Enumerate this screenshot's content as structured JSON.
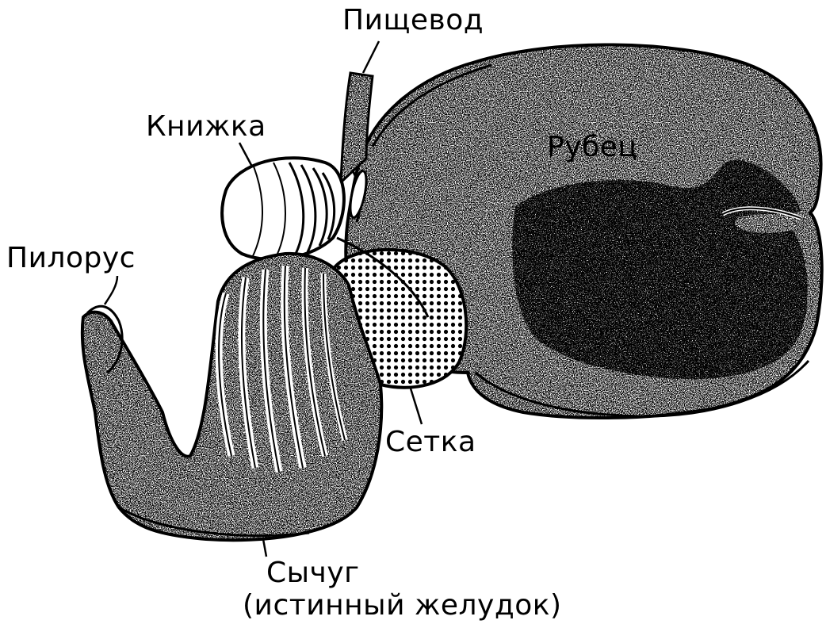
{
  "labels": {
    "esophagus": "Пищевод",
    "omasum": "Книжка",
    "rumen": "Рубец",
    "pylorus": "Пилорус",
    "reticulum": "Сетка",
    "abomasum": "Сычуг",
    "abomasum_note": "(истинный желудок)"
  },
  "colors": {
    "ink": "#000000",
    "paper": "#ffffff"
  }
}
